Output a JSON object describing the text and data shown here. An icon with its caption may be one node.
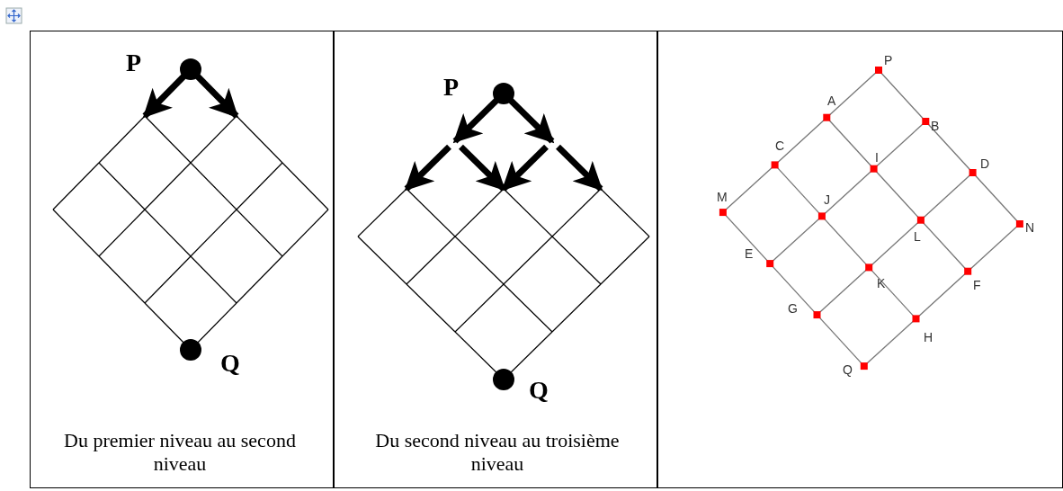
{
  "diagram": {
    "labels": [
      "P",
      "Q",
      "Du premier niveau au second niveau",
      "P",
      "Q",
      "Du second niveau au troisième niveau",
      "P",
      "A",
      "B",
      "C",
      "I",
      "D",
      "M",
      "J",
      "L",
      "N",
      "E",
      "K",
      "F",
      "G",
      "H",
      "Q"
    ]
  }
}
